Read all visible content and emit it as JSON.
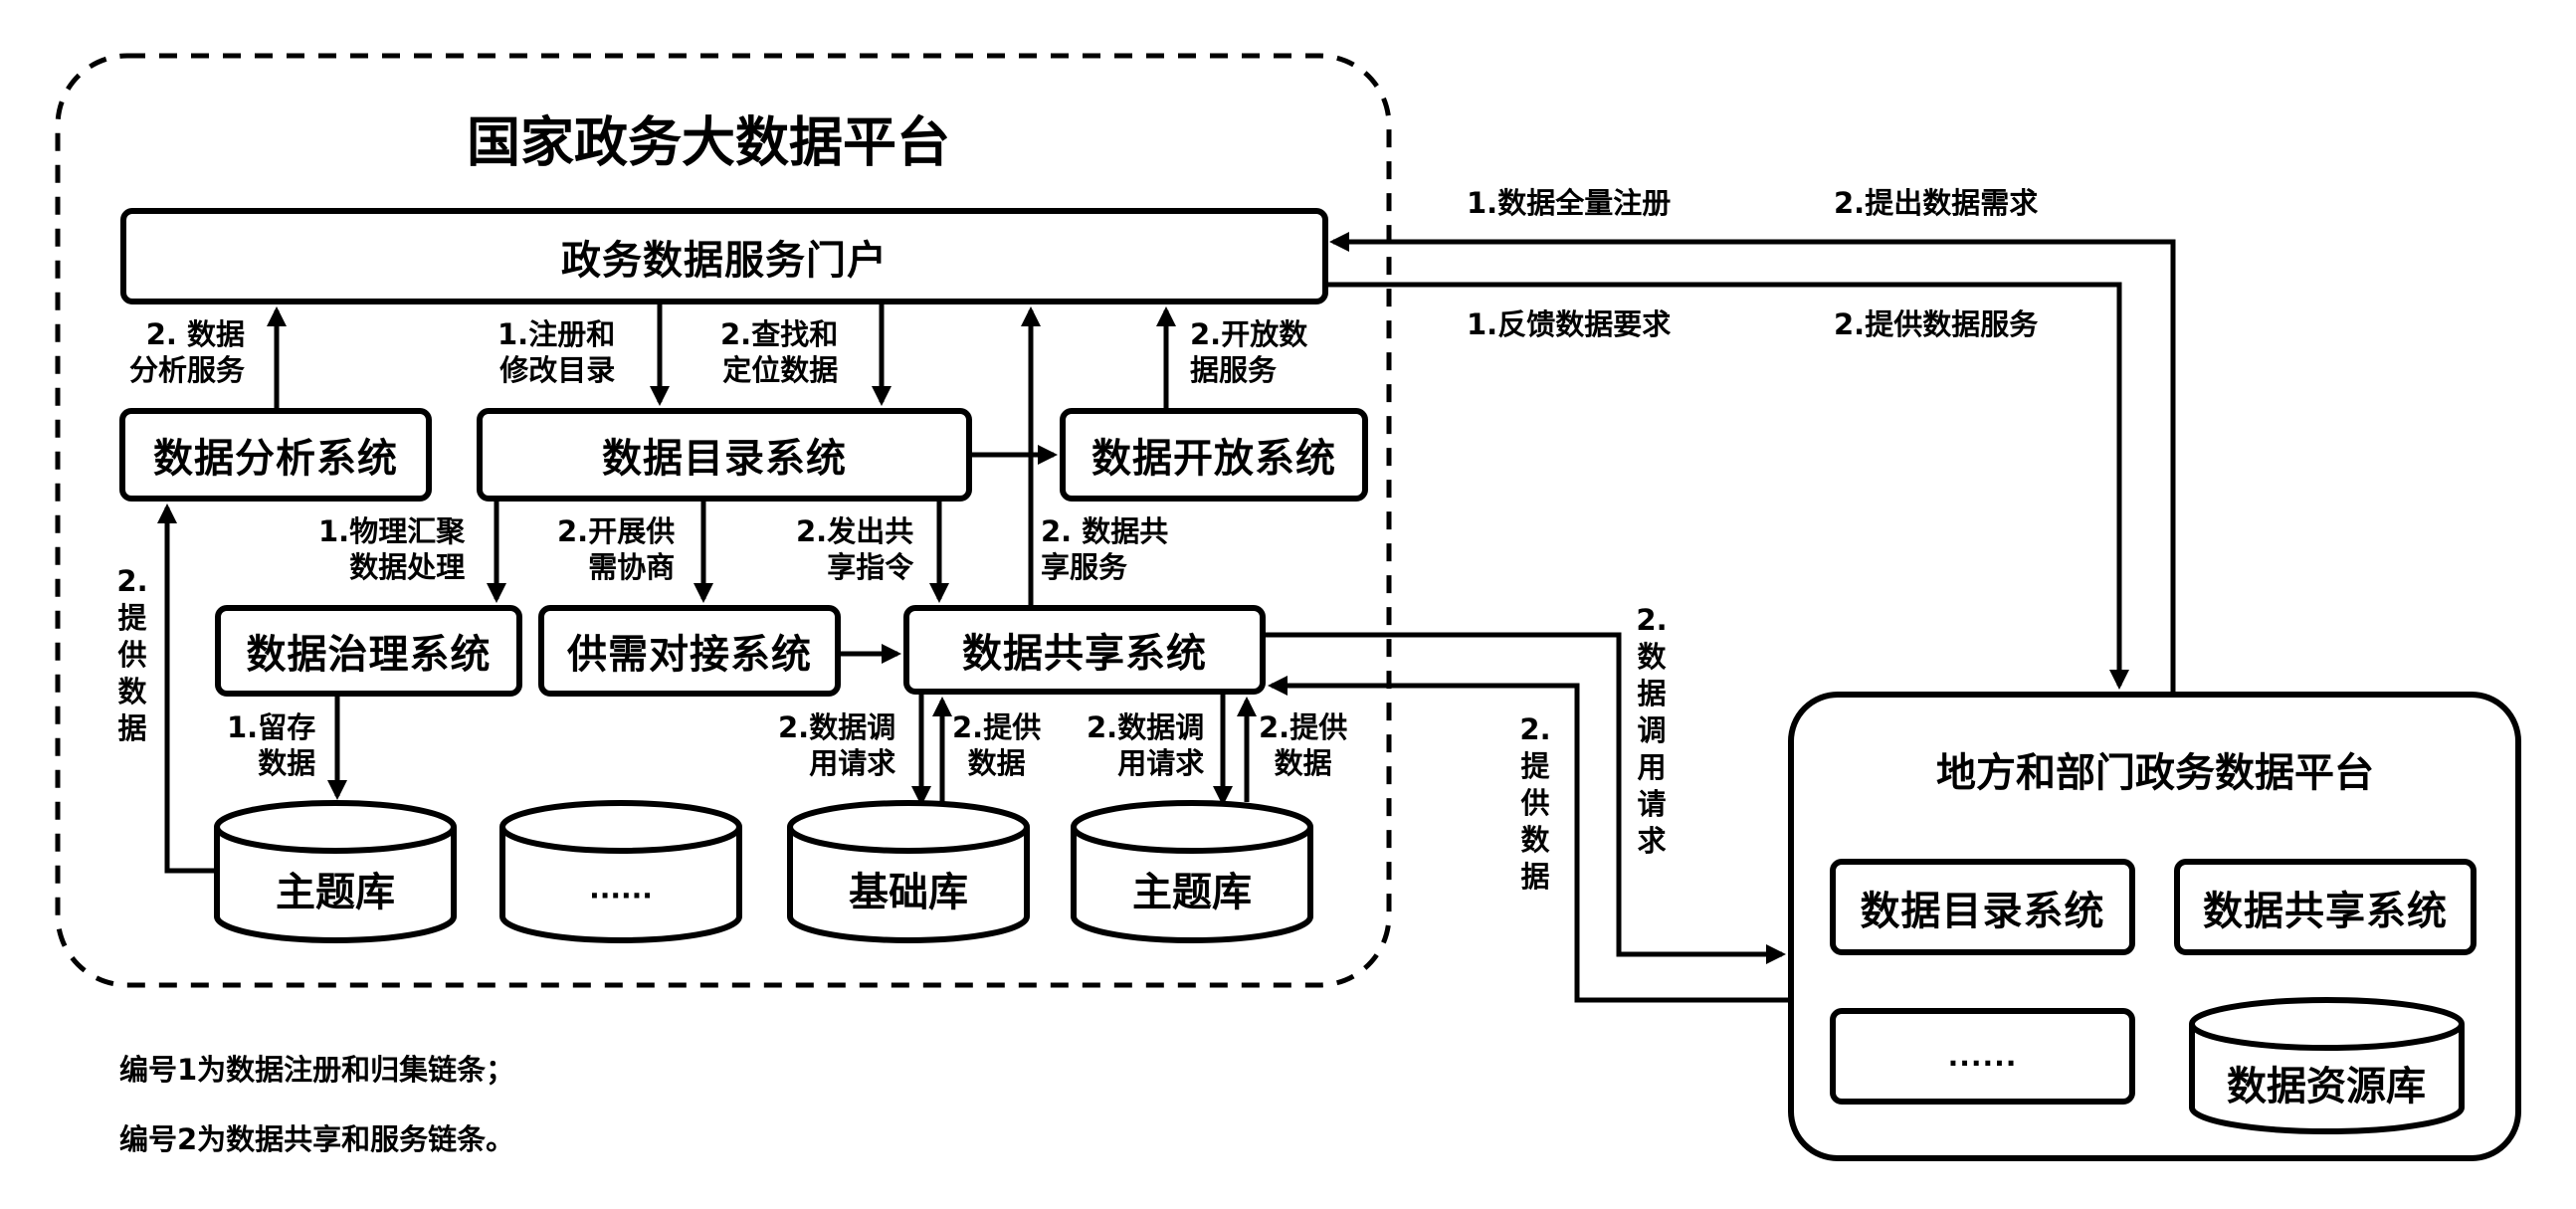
{
  "national_platform": {
    "title": "国家政务大数据平台",
    "portal": "政务数据服务门户",
    "systems": {
      "analysis": "数据分析系统",
      "catalog": "数据目录系统",
      "open": "数据开放系统",
      "governance": "数据治理系统",
      "supply_demand": "供需对接系统",
      "sharing": "数据共享系统"
    },
    "databases": [
      "主题库",
      "......",
      "基础库",
      "主题库"
    ],
    "edge_labels": {
      "analysis_service": "2. 数据\n分析服务",
      "register_catalog": "1.注册和\n修改目录",
      "find_locate": "2.查找和\n定位数据",
      "open_service": "2.开放数\n据服务",
      "physical_aggregate": "1.物理汇聚\n数据处理",
      "supply_negotiate": "2.开展供\n需协商",
      "share_command": "2.发出共\n享指令",
      "share_service": "2. 数据共\n享服务",
      "provide_data_left": "2.\n提\n供\n数\n据",
      "store_data": "1.留存\n数据",
      "call_request_1": "2.数据调\n用请求",
      "provide_data_1": "2.提供\n数据",
      "call_request_2": "2.数据调\n用请求",
      "provide_data_2": "2.提供\n数据"
    }
  },
  "cross_links": {
    "full_register": "1.数据全量注册",
    "raise_demand": "2.提出数据需求",
    "feedback_request": "1.反馈数据要求",
    "provide_service": "2.提供数据服务",
    "call_request_vertical": "2.\n数\n据\n调\n用\n请\n求",
    "provide_data_vertical": "2.\n提\n供\n数\n据"
  },
  "local_platform": {
    "title": "地方和部门政务数据平台",
    "catalog": "数据目录系统",
    "sharing": "数据共享系统",
    "other": "......",
    "resource_db": "数据资源库"
  },
  "notes": [
    "编号1为数据注册和归集链条；",
    "编号2为数据共享和服务链条。"
  ]
}
